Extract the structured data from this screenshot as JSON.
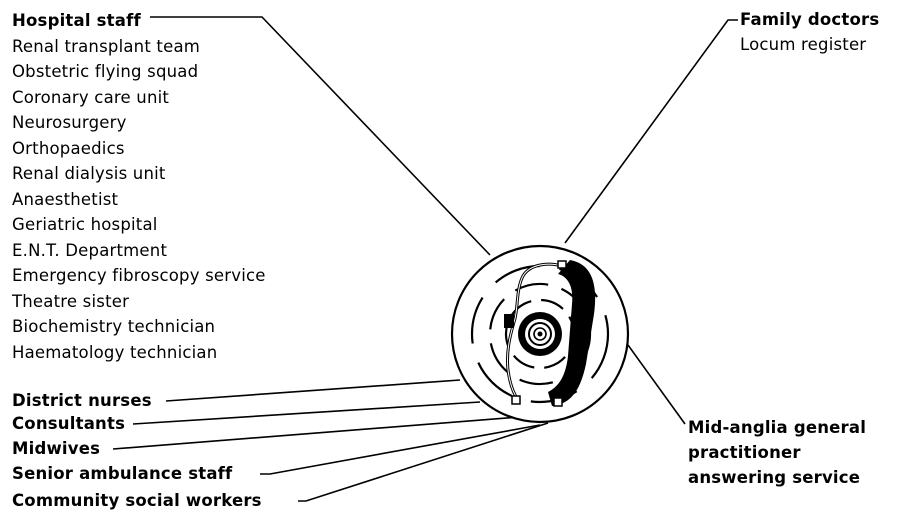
{
  "hospital": {
    "heading": "Hospital staff",
    "items": [
      "Renal transplant team",
      "Obstetric flying squad",
      "Coronary care unit",
      "Neurosurgery",
      "Orthopaedics",
      "Renal dialysis unit",
      "Anaesthetist",
      "Geriatric hospital",
      "E.N.T. Department",
      "Emergency fibroscopy service",
      "Theatre sister",
      "Biochemistry  technician",
      "Haematology technician"
    ]
  },
  "family_doctors": {
    "heading": "Family doctors",
    "sub": "Locum register"
  },
  "bottom_left": {
    "district_nurses": "District nurses",
    "consultants": "Consultants",
    "midwives": "Midwives",
    "ambulance": "Senior ambulance staff",
    "social_workers": "Community social workers"
  },
  "answering_service": {
    "line1": "Mid-anglia general",
    "line2": "practitioner",
    "line3": "answering service"
  },
  "icon": "telephone-handset-icon"
}
